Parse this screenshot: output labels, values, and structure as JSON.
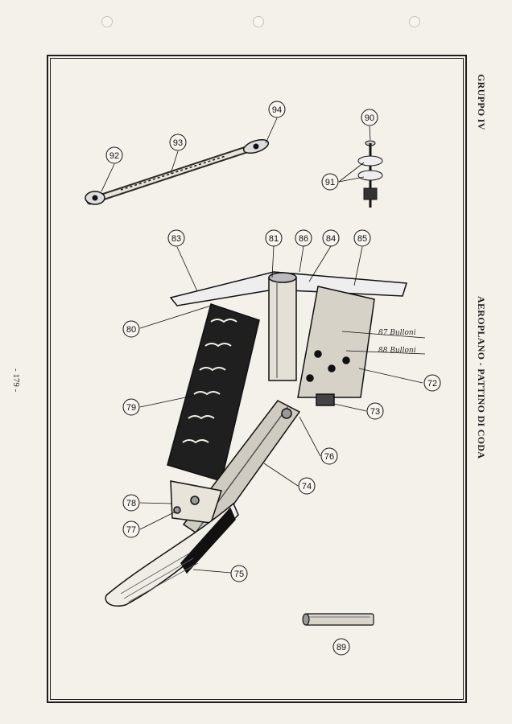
{
  "header": {
    "group": "GRUPPO IV",
    "title": "AEROPLANO - PATTINO DI CODA",
    "page_number": "- 179 -"
  },
  "notes": {
    "n87": "87 Bulloni",
    "n88": "88 Bulloni"
  },
  "callouts": [
    {
      "id": "c72",
      "label": "72"
    },
    {
      "id": "c73",
      "label": "73"
    },
    {
      "id": "c74",
      "label": "74"
    },
    {
      "id": "c75",
      "label": "75"
    },
    {
      "id": "c76",
      "label": "76"
    },
    {
      "id": "c77",
      "label": "77"
    },
    {
      "id": "c78",
      "label": "78"
    },
    {
      "id": "c79",
      "label": "79"
    },
    {
      "id": "c80",
      "label": "80"
    },
    {
      "id": "c81",
      "label": "81"
    },
    {
      "id": "c83",
      "label": "83"
    },
    {
      "id": "c84",
      "label": "84"
    },
    {
      "id": "c85",
      "label": "85"
    },
    {
      "id": "c86",
      "label": "86"
    },
    {
      "id": "c89",
      "label": "89"
    },
    {
      "id": "c90",
      "label": "90"
    },
    {
      "id": "c91",
      "label": "91"
    },
    {
      "id": "c92",
      "label": "92"
    },
    {
      "id": "c93",
      "label": "93"
    },
    {
      "id": "c94",
      "label": "94"
    }
  ]
}
